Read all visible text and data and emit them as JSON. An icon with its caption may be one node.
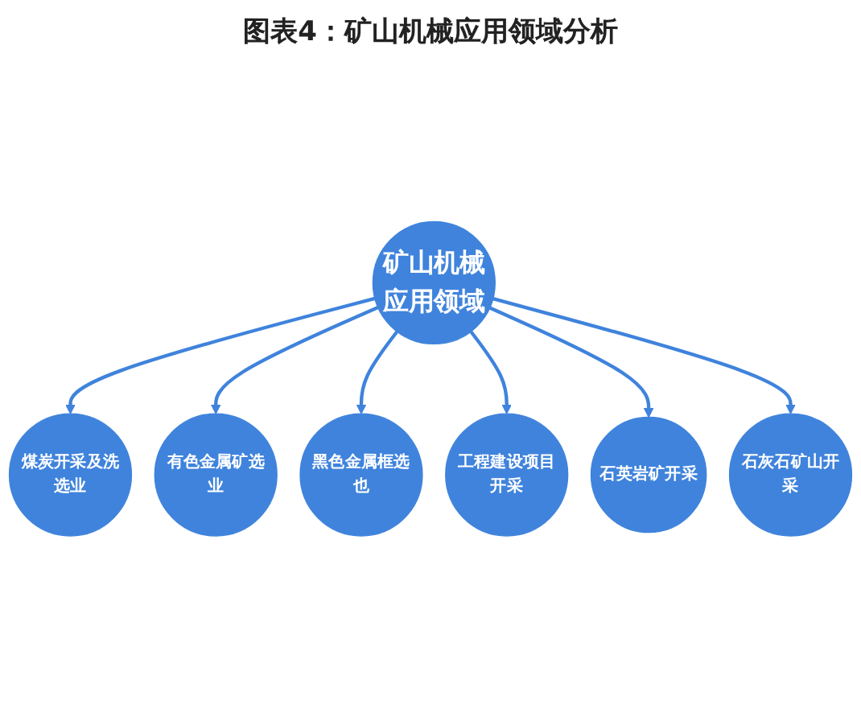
{
  "diagram": {
    "title": "图表4：矿山机械应用领域分析",
    "nodes": [
      {
        "text": [
          "矿山机械应用领域"
        ]
      },
      {
        "text": [
          "煤炭开采及洗选业"
        ]
      },
      {
        "text": [
          "有色金属矿选业"
        ]
      },
      {
        "text": [
          "黑色金属框选也"
        ]
      },
      {
        "text": [
          "工程建设项目开采"
        ]
      },
      {
        "text": [
          "石英岩矿开采"
        ]
      },
      {
        "text": [
          "石灰石矿山开采"
        ]
      }
    ],
    "edges": [
      {
        "from": 0,
        "to": 1,
        "arrow": "to"
      },
      {
        "from": 0,
        "to": 2,
        "arrow": "to"
      },
      {
        "from": 0,
        "to": 3,
        "arrow": "to"
      },
      {
        "from": 0,
        "to": 4,
        "arrow": "to"
      },
      {
        "from": 0,
        "to": 5,
        "arrow": "to"
      },
      {
        "from": 0,
        "to": 6,
        "arrow": "to"
      }
    ]
  }
}
